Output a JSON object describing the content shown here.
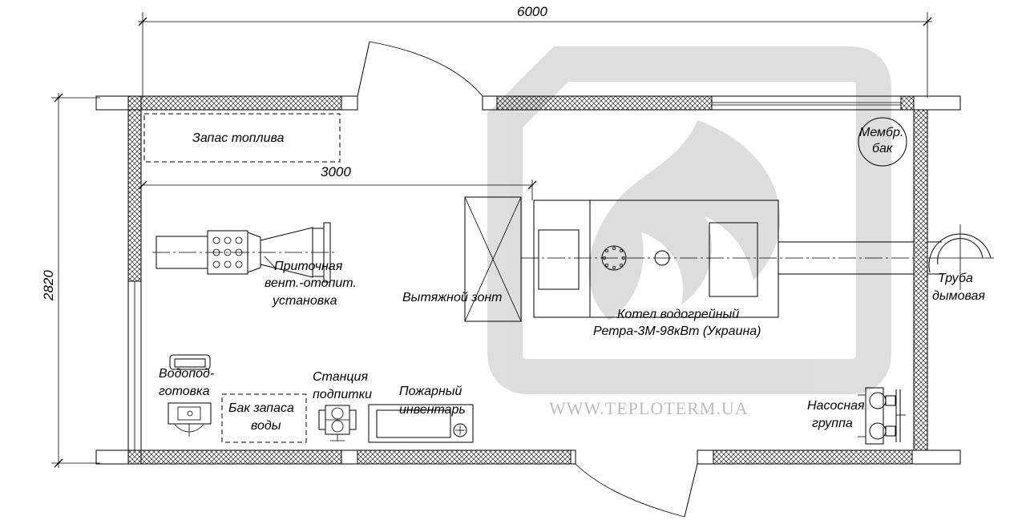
{
  "dimensions": {
    "overall_length": "6000",
    "inner_length": "3000",
    "width": "2820"
  },
  "labels": {
    "fuel_reserve": "Запас топлива",
    "membrane_tank": [
      "Мембр.",
      "бак"
    ],
    "supply_unit": [
      "Приточная",
      "вент.-отопит.",
      "установка"
    ],
    "exhaust_hood": "Вытяжной зонт",
    "boiler": [
      "Котел водогрейный",
      "Ретра-3М-98кВт (Украина)"
    ],
    "chimney": [
      "Труба",
      "дымовая"
    ],
    "water_treatment": [
      "Водопод-",
      "готовка"
    ],
    "water_tank": [
      "Бак запаса",
      "воды"
    ],
    "makeup_station": [
      "Станция",
      "подпитки"
    ],
    "fire_equipment": [
      "Пожарный",
      "инвентарь"
    ],
    "pump_group": [
      "Насосная",
      "группа"
    ]
  },
  "watermark": {
    "text": "WWW.TEPLOTERM.UA",
    "color": "#bdbdbd"
  }
}
